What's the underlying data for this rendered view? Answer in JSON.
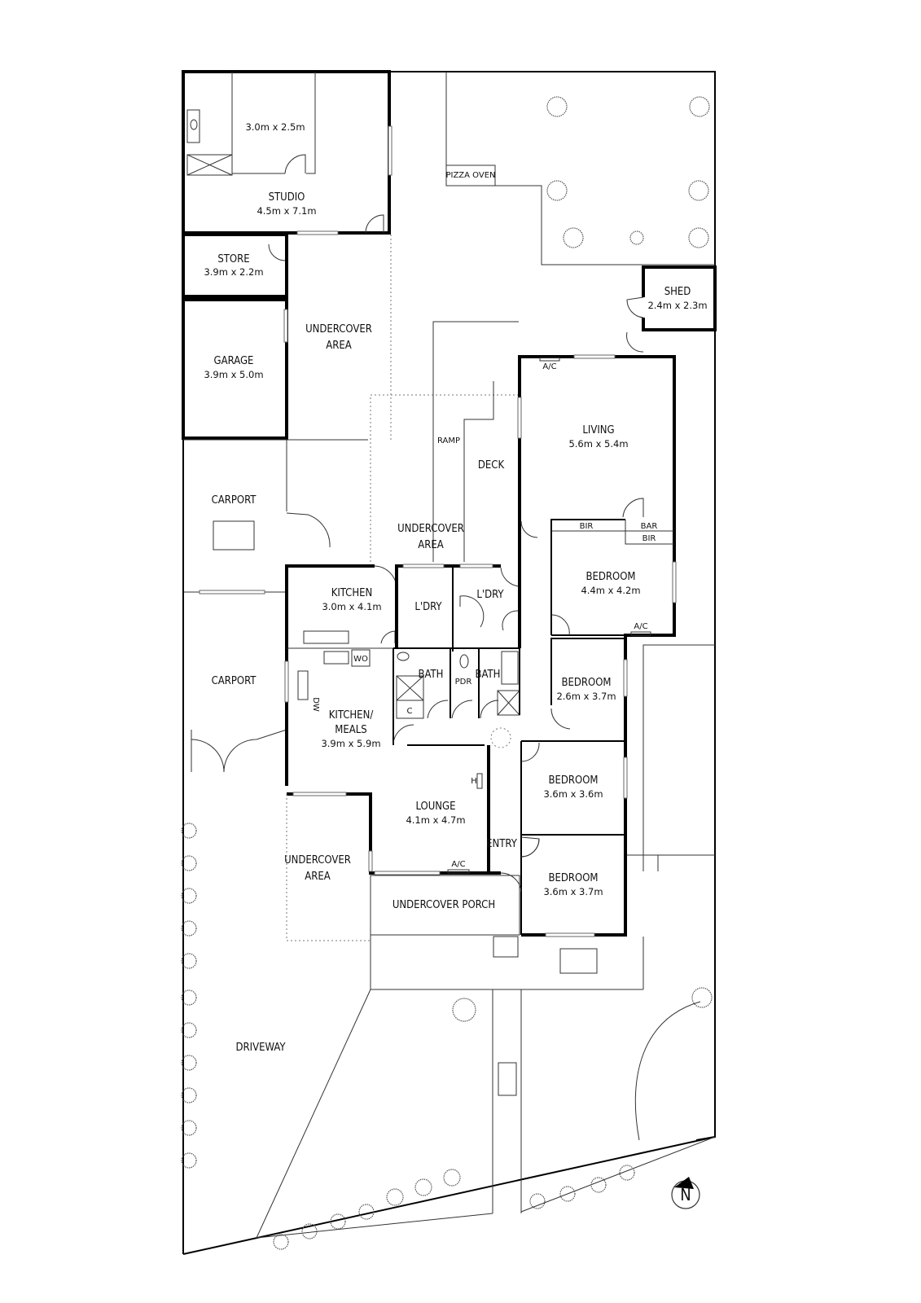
{
  "plan": {
    "rooms": [
      {
        "id": "studio-ensuite",
        "name": "",
        "dims": "3.0m x 2.5m"
      },
      {
        "id": "studio",
        "name": "STUDIO",
        "dims": "4.5m x 7.1m"
      },
      {
        "id": "store",
        "name": "STORE",
        "dims": "3.9m x 2.2m"
      },
      {
        "id": "garage",
        "name": "GARAGE",
        "dims": "3.9m x 5.0m"
      },
      {
        "id": "undercover-area-1",
        "name": "UNDERCOVER",
        "name2": "AREA",
        "dims": ""
      },
      {
        "id": "pizza-oven",
        "name": "PIZZA OVEN",
        "dims": ""
      },
      {
        "id": "shed",
        "name": "SHED",
        "dims": "2.4m x 2.3m"
      },
      {
        "id": "living",
        "name": "LIVING",
        "dims": "5.6m x 5.4m"
      },
      {
        "id": "ramp",
        "name": "RAMP",
        "dims": ""
      },
      {
        "id": "deck",
        "name": "DECK",
        "dims": ""
      },
      {
        "id": "carport-1",
        "name": "CARPORT",
        "dims": ""
      },
      {
        "id": "undercover-area-2",
        "name": "UNDERCOVER",
        "name2": "AREA",
        "dims": ""
      },
      {
        "id": "bir-1",
        "name": "BIR",
        "dims": ""
      },
      {
        "id": "bar",
        "name": "BAR",
        "dims": ""
      },
      {
        "id": "bir-2",
        "name": "BIR",
        "dims": ""
      },
      {
        "id": "bedroom-1",
        "name": "BEDROOM",
        "dims": "4.4m x 4.2m"
      },
      {
        "id": "kitchen",
        "name": "KITCHEN",
        "dims": "3.0m x 4.1m"
      },
      {
        "id": "laundry-1",
        "name": "L'DRY",
        "dims": ""
      },
      {
        "id": "laundry-2",
        "name": "L'DRY",
        "dims": ""
      },
      {
        "id": "carport-2",
        "name": "CARPORT",
        "dims": ""
      },
      {
        "id": "bath-1",
        "name": "BATH",
        "dims": ""
      },
      {
        "id": "pdr",
        "name": "PDR",
        "dims": ""
      },
      {
        "id": "bath-2",
        "name": "BATH",
        "dims": ""
      },
      {
        "id": "bedroom-2",
        "name": "BEDROOM",
        "dims": "2.6m x 3.7m"
      },
      {
        "id": "kitchen-meals",
        "name": "KITCHEN/",
        "name2": "MEALS",
        "dims": "3.9m x 5.9m"
      },
      {
        "id": "bedroom-3",
        "name": "BEDROOM",
        "dims": "3.6m x 3.6m"
      },
      {
        "id": "lounge",
        "name": "LOUNGE",
        "dims": "4.1m x 4.7m"
      },
      {
        "id": "entry",
        "name": "ENTRY",
        "dims": ""
      },
      {
        "id": "undercover-area-3",
        "name": "UNDERCOVER",
        "name2": "AREA",
        "dims": ""
      },
      {
        "id": "bedroom-4",
        "name": "BEDROOM",
        "dims": "3.6m x 3.7m"
      },
      {
        "id": "undercover-porch",
        "name": "UNDERCOVER PORCH",
        "dims": ""
      },
      {
        "id": "driveway",
        "name": "DRIVEWAY",
        "dims": ""
      }
    ],
    "fixtures": {
      "ac": "A/C",
      "wall_oven": "WO",
      "dishwasher": "DW",
      "cupboard": "C",
      "heater": "H"
    },
    "compass": {
      "label": "N"
    }
  }
}
